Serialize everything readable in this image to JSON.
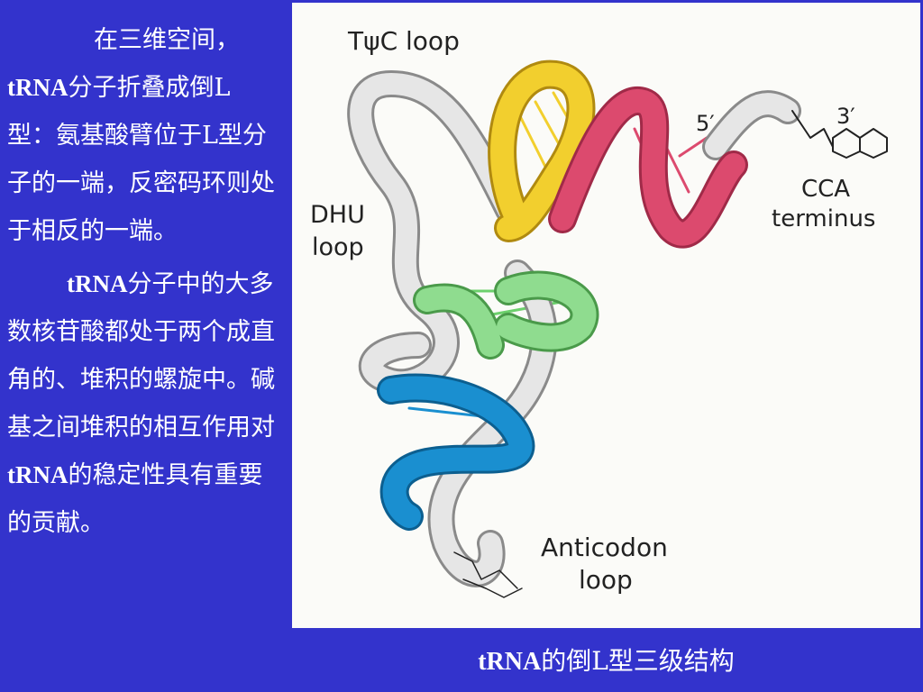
{
  "left_text": {
    "p1_indent": "在三维空间，",
    "p1_term": "tRNA",
    "p1_line2": "分子折叠成倒",
    "p1_rest": "L型：氨基酸臂位于L型分子的一端，反密码环则处于相反的一端。",
    "p2_term": "tRNA",
    "p2_a": "分子中的大多数核苷酸都处于两个成直角的、堆积的螺旋中。碱基之间堆积的相互作用对",
    "p2_term2": "tRNA",
    "p2_b": "的稳定性具有重要的贡献。"
  },
  "figure": {
    "label_tpsic": "TψC loop",
    "label_5prime": "5′",
    "label_3prime": "3′",
    "label_cca_1": "CCA",
    "label_cca_2": "terminus",
    "label_dhu_1": "DHU",
    "label_dhu_2": "loop",
    "label_anticodon_1": "Anticodon",
    "label_anticodon_2": "loop",
    "colors": {
      "ribbon_white": "#e6e6e6",
      "yellow": "#f2cf2e",
      "red": "#dc4a6e",
      "green": "#8fdc8f",
      "blue": "#1a8fd0"
    }
  },
  "caption": {
    "term": "tRNA",
    "text": "的倒L型三级结构"
  }
}
